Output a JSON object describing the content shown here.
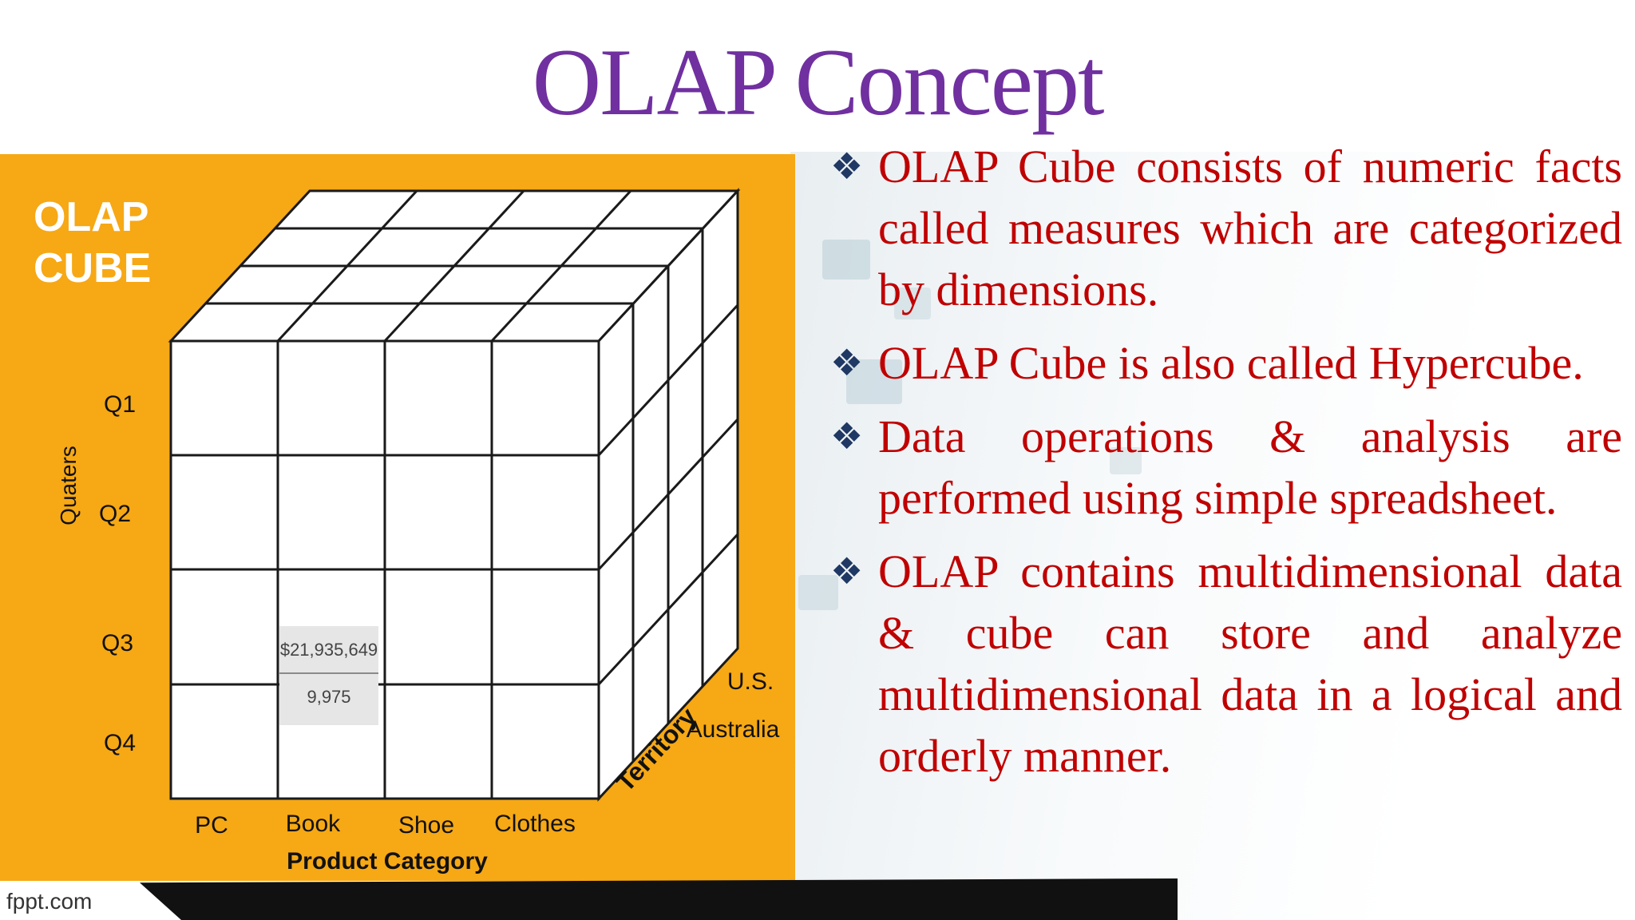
{
  "slide": {
    "title": "OLAP Concept",
    "footer": "fppt.com"
  },
  "cube": {
    "heading_line1": "OLAP",
    "heading_line2": "CUBE",
    "quarters_axis": "Quaters",
    "quarters": [
      "Q1",
      "Q2",
      "Q3",
      "Q4"
    ],
    "categories": [
      "PC",
      "Book",
      "Shoe",
      "Clothes"
    ],
    "category_axis": "Product Category",
    "territory_axis": "Territory",
    "territories": [
      "U.S.",
      "Australia"
    ],
    "cell_value_1": "$21,935,649",
    "cell_value_2": "9,975"
  },
  "bullets": [
    {
      "marker": "❖",
      "text": "OLAP Cube consists of numeric facts called measures which are categorized by dimensions."
    },
    {
      "marker": "❖",
      "text": "OLAP Cube is also called Hypercube."
    },
    {
      "marker": "❖",
      "text": "Data operations & analysis are performed using simple spreadsheet."
    },
    {
      "marker": "❖",
      "text": "OLAP contains multidimensional data & cube can store and analyze multidimensional data in a logical and orderly manner."
    }
  ]
}
